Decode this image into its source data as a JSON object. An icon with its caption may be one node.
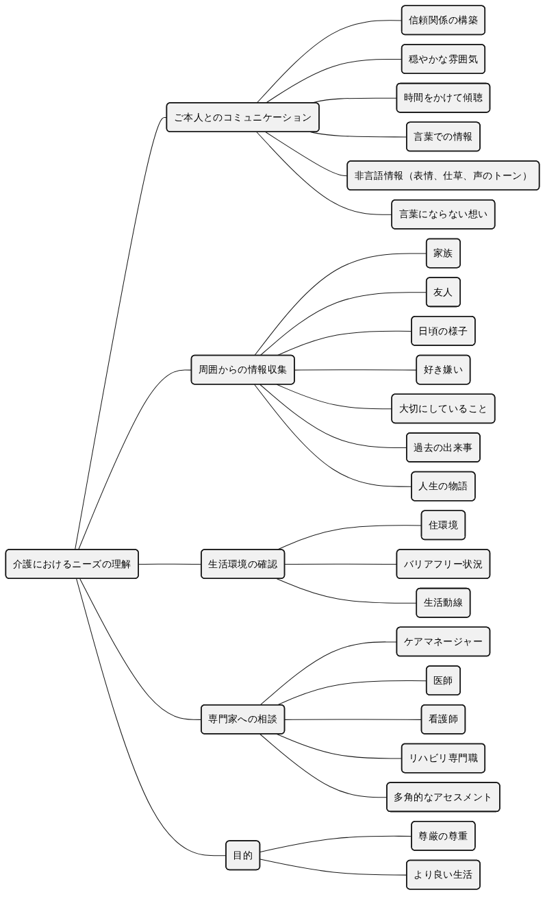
{
  "diagram": {
    "nodes": [
      {
        "text": [
          "介護におけるニーズの理解"
        ]
      },
      {
        "text": [
          "ご本人とのコミュニケーション"
        ]
      },
      {
        "text": [
          "信頼関係の構築"
        ]
      },
      {
        "text": [
          "穏やかな雰囲気"
        ]
      },
      {
        "text": [
          "時間をかけて傾聴"
        ]
      },
      {
        "text": [
          "言葉での情報"
        ]
      },
      {
        "text": [
          "非言語情報（表情、仕草、声のトーン）"
        ]
      },
      {
        "text": [
          "言葉にならない想い"
        ]
      },
      {
        "text": [
          "周囲からの情報収集"
        ]
      },
      {
        "text": [
          "家族"
        ]
      },
      {
        "text": [
          "友人"
        ]
      },
      {
        "text": [
          "日頃の様子"
        ]
      },
      {
        "text": [
          "好き嫌い"
        ]
      },
      {
        "text": [
          "大切にしていること"
        ]
      },
      {
        "text": [
          "過去の出来事"
        ]
      },
      {
        "text": [
          "人生の物語"
        ]
      },
      {
        "text": [
          "生活環境の確認"
        ]
      },
      {
        "text": [
          "住環境"
        ]
      },
      {
        "text": [
          "バリアフリー状況"
        ]
      },
      {
        "text": [
          "生活動線"
        ]
      },
      {
        "text": [
          "専門家への相談"
        ]
      },
      {
        "text": [
          "ケアマネージャー"
        ]
      },
      {
        "text": [
          "医師"
        ]
      },
      {
        "text": [
          "看護師"
        ]
      },
      {
        "text": [
          "リハビリ専門職"
        ]
      },
      {
        "text": [
          "多角的なアセスメント"
        ]
      },
      {
        "text": [
          "目的"
        ]
      },
      {
        "text": [
          "尊厳の尊重"
        ]
      },
      {
        "text": [
          "より良い生活"
        ]
      }
    ],
    "edges": [
      {
        "from": 0,
        "to": 1,
        "arrow": "none"
      },
      {
        "from": 1,
        "to": 2,
        "arrow": "none"
      },
      {
        "from": 1,
        "to": 3,
        "arrow": "none"
      },
      {
        "from": 1,
        "to": 4,
        "arrow": "none"
      },
      {
        "from": 1,
        "to": 5,
        "arrow": "none"
      },
      {
        "from": 1,
        "to": 6,
        "arrow": "none"
      },
      {
        "from": 1,
        "to": 7,
        "arrow": "none"
      },
      {
        "from": 0,
        "to": 8,
        "arrow": "none"
      },
      {
        "from": 8,
        "to": 9,
        "arrow": "none"
      },
      {
        "from": 8,
        "to": 10,
        "arrow": "none"
      },
      {
        "from": 8,
        "to": 11,
        "arrow": "none"
      },
      {
        "from": 8,
        "to": 12,
        "arrow": "none"
      },
      {
        "from": 8,
        "to": 13,
        "arrow": "none"
      },
      {
        "from": 8,
        "to": 14,
        "arrow": "none"
      },
      {
        "from": 8,
        "to": 15,
        "arrow": "none"
      },
      {
        "from": 0,
        "to": 16,
        "arrow": "none"
      },
      {
        "from": 16,
        "to": 17,
        "arrow": "none"
      },
      {
        "from": 16,
        "to": 18,
        "arrow": "none"
      },
      {
        "from": 16,
        "to": 19,
        "arrow": "none"
      },
      {
        "from": 0,
        "to": 20,
        "arrow": "none"
      },
      {
        "from": 20,
        "to": 21,
        "arrow": "none"
      },
      {
        "from": 20,
        "to": 22,
        "arrow": "none"
      },
      {
        "from": 20,
        "to": 23,
        "arrow": "none"
      },
      {
        "from": 20,
        "to": 24,
        "arrow": "none"
      },
      {
        "from": 20,
        "to": 25,
        "arrow": "none"
      },
      {
        "from": 0,
        "to": 26,
        "arrow": "none"
      },
      {
        "from": 26,
        "to": 27,
        "arrow": "none"
      },
      {
        "from": 26,
        "to": 28,
        "arrow": "none"
      }
    ]
  }
}
